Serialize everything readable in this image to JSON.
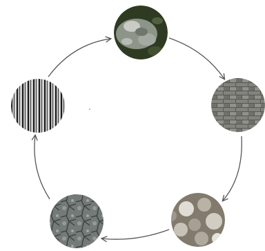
{
  "diagram": {
    "type": "cycle",
    "direction": "clockwise",
    "node_count": 5,
    "nodes": [
      {
        "id": "top",
        "icon": "rock-texture-icon",
        "colors": [
          "#2f3a22",
          "#8d9488",
          "#c9cbc5"
        ]
      },
      {
        "id": "right",
        "icon": "brick-texture-icon",
        "colors": [
          "#6f6f6b",
          "#9a9a95",
          "#4d4d49"
        ]
      },
      {
        "id": "bottom-right",
        "icon": "pebble-texture-icon",
        "colors": [
          "#b9b3a6",
          "#817a6d",
          "#e0ddd6"
        ]
      },
      {
        "id": "bottom-left",
        "icon": "cracked-stone-texture-icon",
        "colors": [
          "#8a8f8c",
          "#4e5552",
          "#b7bbb8"
        ]
      },
      {
        "id": "left",
        "icon": "striped-texture-icon",
        "colors": [
          "#222222",
          "#bfbfbf",
          "#6a6a6a"
        ]
      }
    ],
    "arrow_color": "#555555"
  }
}
